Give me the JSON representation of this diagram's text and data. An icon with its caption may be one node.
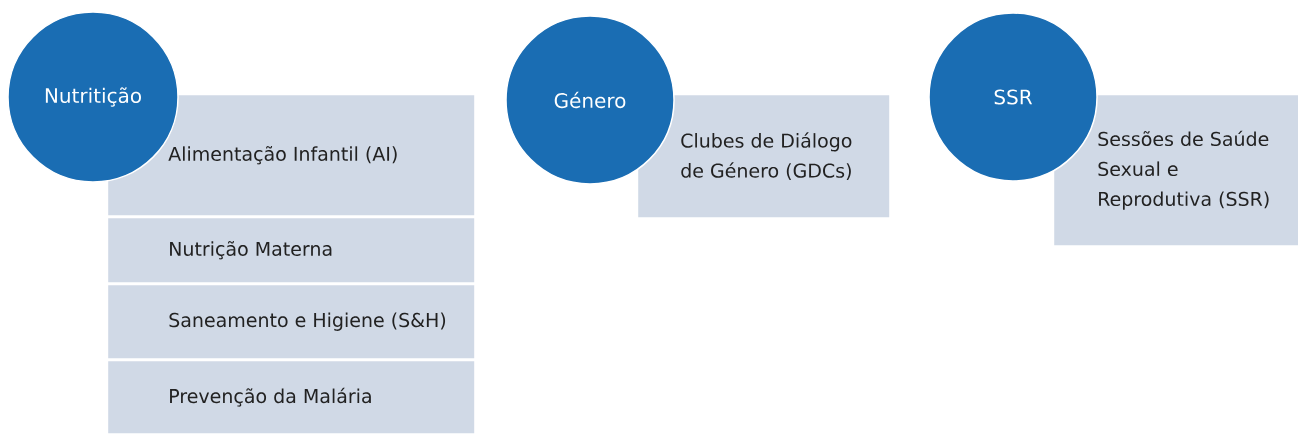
{
  "diagram": {
    "nodes": [
      {
        "text": [
          "Nutritição"
        ]
      },
      {
        "text": [
          "Alimentação Infantil (AI)"
        ]
      },
      {
        "text": [
          "Nutrição Materna"
        ]
      },
      {
        "text": [
          "Saneamento e Higiene (S&H)"
        ]
      },
      {
        "text": [
          "Prevenção da Malária"
        ]
      },
      {
        "text": [
          "Género"
        ]
      },
      {
        "text": [
          "Clubes de Diálogo de Género (GDCs)"
        ]
      },
      {
        "text": [
          "SSR"
        ]
      },
      {
        "text": [
          "Sessões de Saúde Sexual e Reprodutiva (SSR)"
        ]
      }
    ]
  }
}
